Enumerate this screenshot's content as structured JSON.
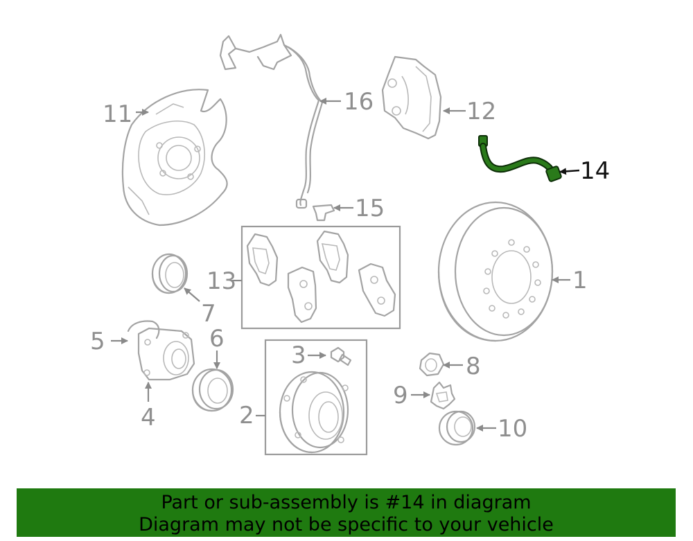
{
  "callouts": {
    "c1": "1",
    "c2": "2",
    "c3": "3",
    "c4": "4",
    "c5": "5",
    "c6": "6",
    "c7": "7",
    "c8": "8",
    "c9": "9",
    "c10": "10",
    "c11": "11",
    "c12": "12",
    "c13": "13",
    "c14": "14",
    "c15": "15",
    "c16": "16"
  },
  "highlight": {
    "part": "14",
    "color": "#2a7a1a"
  },
  "banner": {
    "line1": "Part or sub-assembly is #14 in diagram",
    "line2": "Diagram may not be specific to your vehicle",
    "background": "#1f7a10"
  }
}
